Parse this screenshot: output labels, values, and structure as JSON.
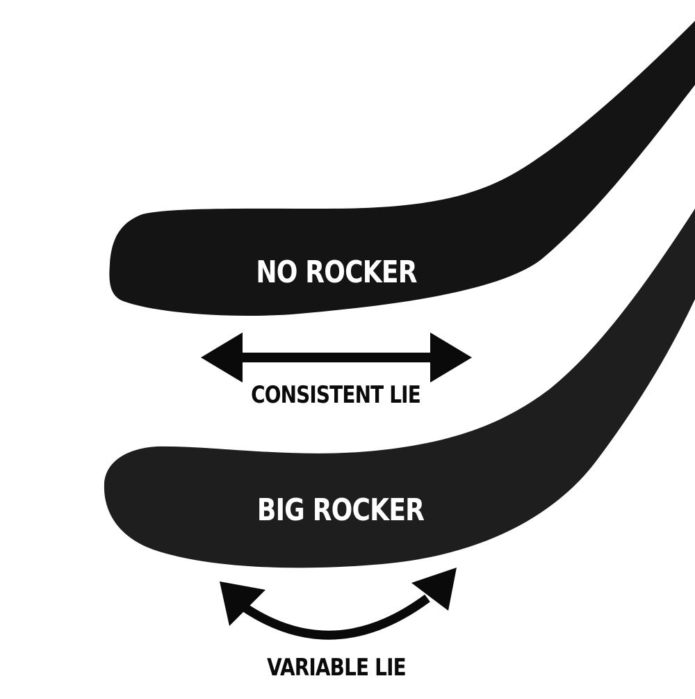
{
  "top_stick": {
    "label": "NO ROCKER",
    "color": "#141414"
  },
  "bottom_stick": {
    "label": "BIG ROCKER",
    "color": "#1e1e1e"
  },
  "consistent_lie": {
    "label": "CONSISTENT LIE",
    "icon": "double-arrow-horizontal-icon"
  },
  "variable_lie": {
    "label": "VARIABLE LIE",
    "icon": "curved-double-arrow-icon"
  },
  "colors": {
    "background": "#ffffff",
    "label_text": "#ffffff",
    "caption_text": "#0a0a0a",
    "arrow": "#0a0a0a"
  }
}
